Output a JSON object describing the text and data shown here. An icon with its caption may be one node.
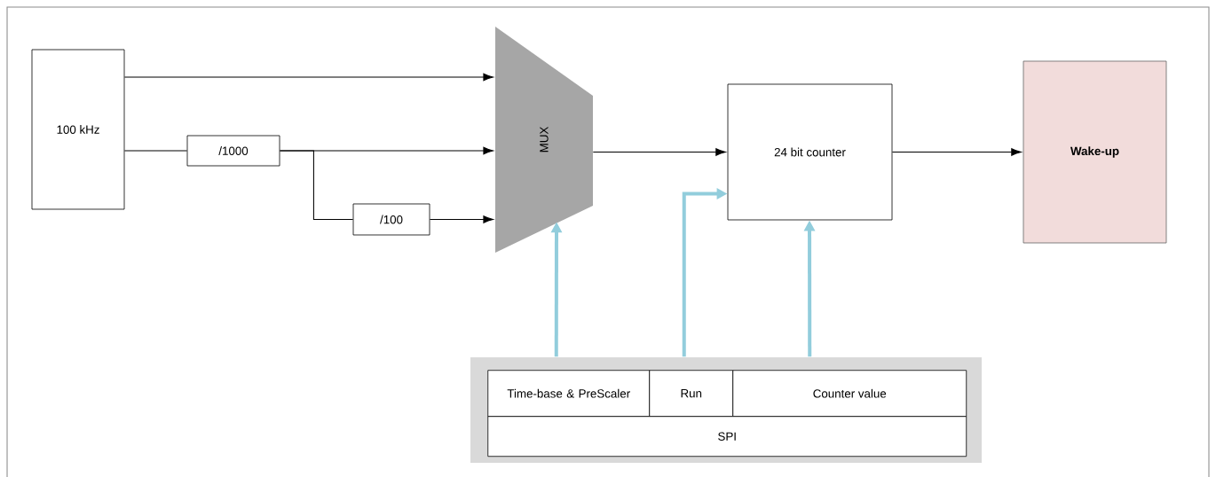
{
  "diagram": {
    "nodes": [
      {
        "text": [
          "100 kHz"
        ]
      },
      {
        "text": [
          "/1000"
        ]
      },
      {
        "text": [
          "/100"
        ]
      },
      {
        "text": [
          "MUX"
        ]
      },
      {
        "text": [
          "24 bit counter"
        ]
      },
      {
        "text": [
          "Wake-up"
        ]
      },
      {
        "text": [],
        "shape": "box"
      },
      {
        "text": [
          "Time-base & PreScaler"
        ],
        "in": 6
      },
      {
        "text": [
          "Run"
        ],
        "in": 6
      },
      {
        "text": [
          "Counter value"
        ],
        "in": 6
      },
      {
        "text": [
          "SPI"
        ],
        "in": 6
      }
    ],
    "edges": [
      {
        "from": 0,
        "to": 3,
        "arrow": "to"
      },
      {
        "from": 0,
        "to": 1,
        "arrow": "none"
      },
      {
        "from": 1,
        "to": 3,
        "arrow": "to"
      },
      {
        "from": 1,
        "to": 2,
        "arrow": "none"
      },
      {
        "from": 2,
        "to": 3,
        "arrow": "to"
      },
      {
        "from": 3,
        "to": 4,
        "arrow": "to"
      },
      {
        "from": 4,
        "to": 5,
        "arrow": "to"
      },
      {
        "from": 7,
        "to": 3,
        "arrow": "to",
        "style": "thick",
        "color": "#92cddc"
      },
      {
        "from": 8,
        "to": 4,
        "arrow": "to",
        "style": "thick",
        "color": "#92cddc"
      },
      {
        "from": 9,
        "to": 4,
        "arrow": "to",
        "style": "thick",
        "color": "#92cddc"
      }
    ]
  }
}
